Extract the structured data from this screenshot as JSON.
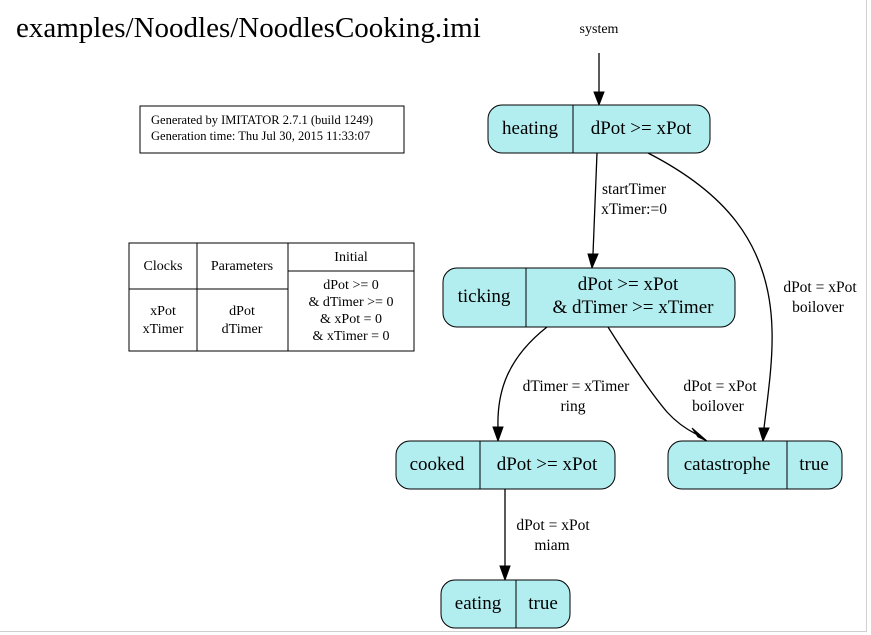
{
  "title": "examples/Noodles/NoodlesCooking.imi",
  "system_label": "system",
  "info": {
    "generated_by": "Generated by IMITATOR 2.7.1 (build 1249)",
    "generation_time": "Generation time: Thu Jul 30, 2015 11:33:07"
  },
  "table": {
    "headers": [
      "Clocks",
      "Parameters",
      "Initial"
    ],
    "clocks": [
      "xPot",
      "xTimer"
    ],
    "parameters": [
      "dPot",
      "dTimer"
    ],
    "initial": [
      "dPot >= 0",
      "& dTimer >= 0",
      "& xPot = 0",
      "& xTimer = 0"
    ]
  },
  "states": {
    "heating": {
      "name": "heating",
      "invariant": [
        "dPot >= xPot"
      ]
    },
    "ticking": {
      "name": "ticking",
      "invariant": [
        "dPot >= xPot",
        "& dTimer >= xTimer"
      ]
    },
    "cooked": {
      "name": "cooked",
      "invariant": [
        "dPot >= xPot"
      ]
    },
    "catastrophe": {
      "name": "catastrophe",
      "invariant": [
        "true"
      ]
    },
    "eating": {
      "name": "eating",
      "invariant": [
        "true"
      ]
    }
  },
  "edges": {
    "heating_ticking": [
      "startTimer",
      "xTimer:=0"
    ],
    "heating_catastrophe": [
      "dPot = xPot",
      "boilover"
    ],
    "ticking_cooked": [
      "dTimer = xTimer",
      "ring"
    ],
    "ticking_catastrophe": [
      "dPot = xPot",
      "boilover"
    ],
    "cooked_eating": [
      "dPot = xPot",
      "miam"
    ]
  },
  "colors": {
    "state_fill": "#b2eef0",
    "stroke": "#000000"
  }
}
